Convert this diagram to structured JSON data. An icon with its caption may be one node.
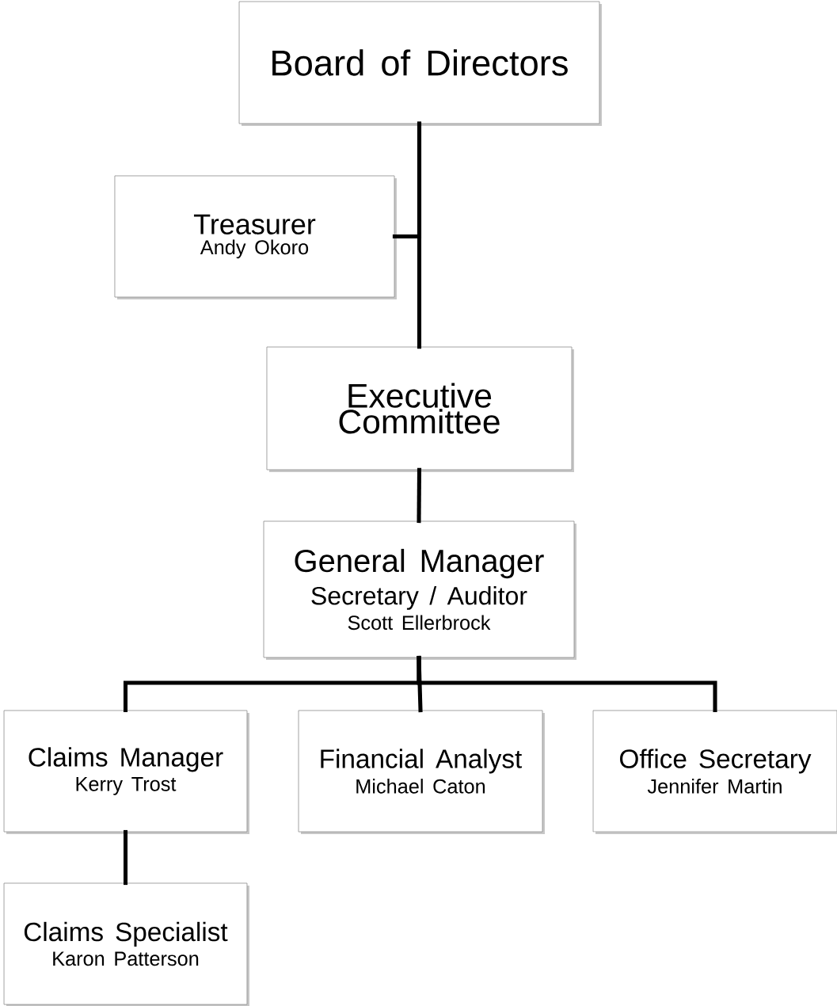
{
  "diagram": {
    "nodes": [
      {
        "text": [
          "Board of Directors"
        ]
      },
      {
        "text": [
          "Treasurer",
          "Andy Okoro"
        ]
      },
      {
        "text": [
          "Executive Committee"
        ]
      },
      {
        "text": [
          "General Manager",
          "Secretary / Auditor",
          "Scott Ellerbrock"
        ]
      },
      {
        "text": [
          "Claims Manager",
          "Kerry Trost"
        ]
      },
      {
        "text": [
          "Financial Analyst",
          "Michael Caton"
        ]
      },
      {
        "text": [
          "Office Secretary",
          "Jennifer Martin"
        ]
      },
      {
        "text": [
          "Claims Specialist",
          "Karon Patterson"
        ]
      }
    ],
    "edges": [
      {
        "from": 0,
        "to": 1,
        "arrow": "none"
      },
      {
        "from": 0,
        "to": 2,
        "arrow": "none"
      },
      {
        "from": 2,
        "to": 3,
        "arrow": "none"
      },
      {
        "from": 3,
        "to": 4,
        "arrow": "none"
      },
      {
        "from": 3,
        "to": 5,
        "arrow": "none"
      },
      {
        "from": 3,
        "to": 6,
        "arrow": "none"
      },
      {
        "from": 4,
        "to": 7,
        "arrow": "none"
      }
    ]
  }
}
